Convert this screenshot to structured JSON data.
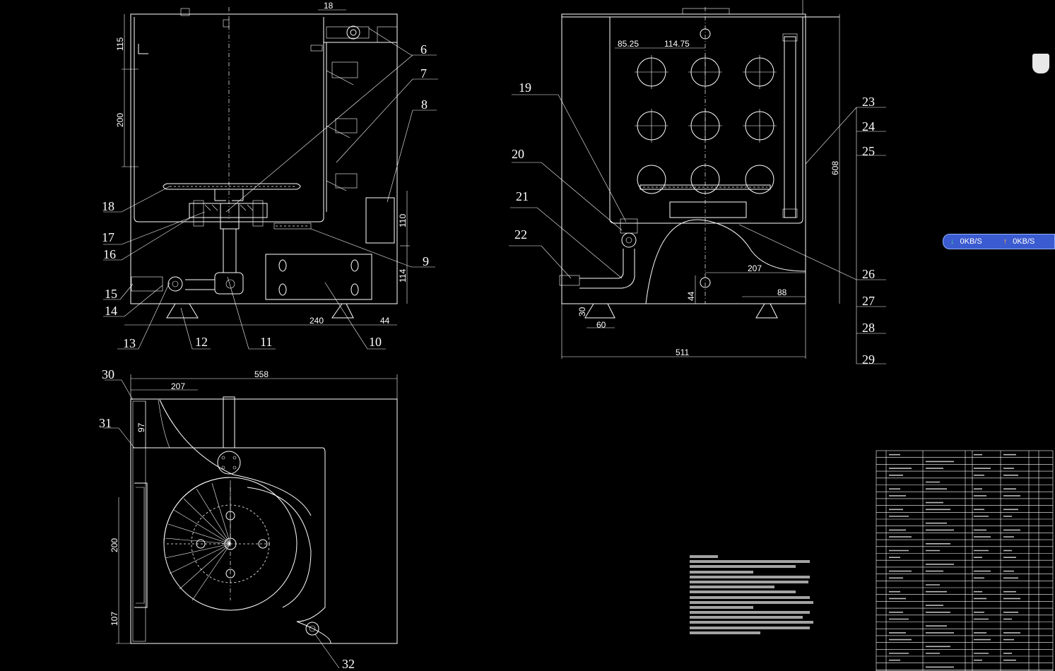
{
  "colors": {
    "background": "#000000",
    "lines": "#ffffff",
    "netbar": "#3b5bd0"
  },
  "front_view": {
    "part_labels": [
      "6",
      "7",
      "8",
      "9",
      "10",
      "11",
      "12",
      "13",
      "14",
      "15",
      "16",
      "17",
      "18"
    ],
    "dims": {
      "d18": "18",
      "d115": "115",
      "d200": "200",
      "d110": "110",
      "d114": "114",
      "d240": "240",
      "d44": "44"
    }
  },
  "side_view": {
    "part_labels": [
      "19",
      "20",
      "21",
      "22",
      "23",
      "24",
      "25",
      "26",
      "27",
      "28",
      "29"
    ],
    "dims": {
      "d8525": "85.25",
      "d11475": "114.75",
      "d608": "608",
      "d207": "207",
      "d88": "88",
      "d44": "44",
      "d30": "30",
      "d60": "60",
      "d511": "511"
    }
  },
  "top_view": {
    "part_labels": [
      "30",
      "31",
      "32"
    ],
    "dims": {
      "d558": "558",
      "d207": "207",
      "d97": "97",
      "d200": "200",
      "d107": "107"
    }
  },
  "netbar": {
    "down": "0KB/S",
    "up": "0KB/S",
    "down_icon": "arrow-down-icon",
    "up_icon": "arrow-up-icon"
  },
  "usb_icon": "usb-drive-icon"
}
